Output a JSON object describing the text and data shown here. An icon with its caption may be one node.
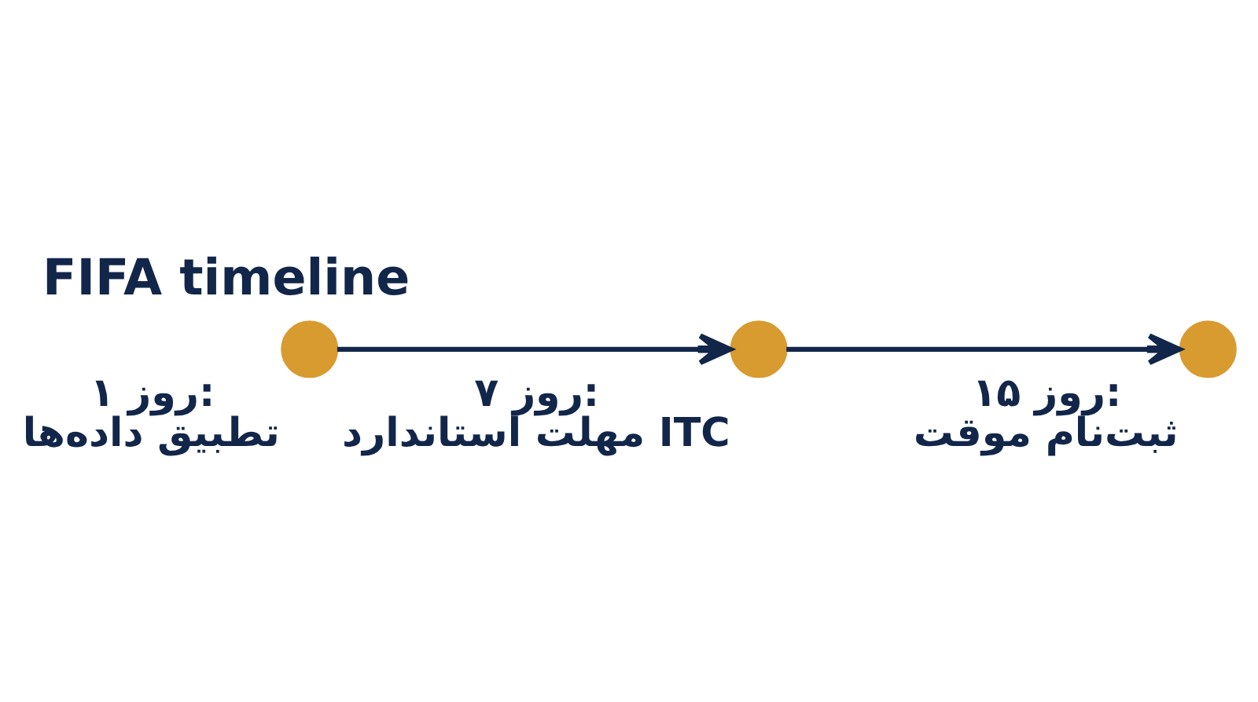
{
  "diagram": {
    "title": "FIFA timeline",
    "nodes": [
      {
        "text": [
          "روز ۱:",
          "تطبیق داده‌ها"
        ]
      },
      {
        "text": [
          "روز ۷:",
          "مهلت استاندارد ITC"
        ]
      },
      {
        "text": [
          "روز ۱۵:",
          "ثبت‌نام موقت"
        ]
      }
    ],
    "edges": [
      {
        "from": 0,
        "to": 1,
        "arrow": "to"
      },
      {
        "from": 1,
        "to": 2,
        "arrow": "to"
      }
    ]
  }
}
